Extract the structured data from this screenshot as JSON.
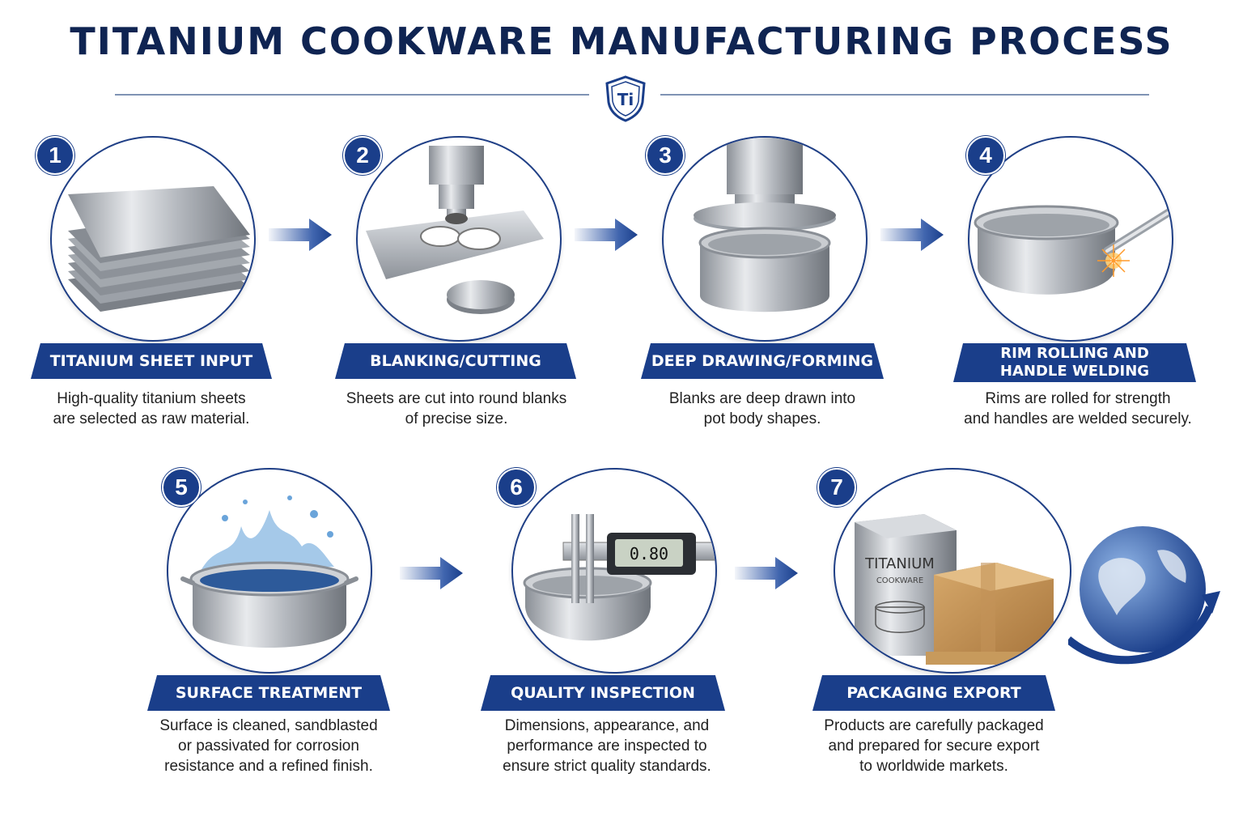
{
  "title": "TITANIUM COOKWARE MANUFACTURING PROCESS",
  "badge": "Ti",
  "colors": {
    "navy": "#1a3e8a",
    "title": "#0f2452",
    "arrow": "#1f4aa0"
  },
  "steps": [
    {
      "number": "1",
      "title": "TITANIUM SHEET INPUT",
      "description": [
        "High-quality titanium sheets",
        "are selected as raw material."
      ]
    },
    {
      "number": "2",
      "title": "BLANKING/CUTTING",
      "description": [
        "Sheets are cut into round blanks",
        "of precise size."
      ]
    },
    {
      "number": "3",
      "title": "DEEP DRAWING/FORMING",
      "description": [
        "Blanks are deep drawn into",
        "pot body shapes."
      ]
    },
    {
      "number": "4",
      "title": [
        "RIM ROLLING AND",
        "HANDLE WELDING"
      ],
      "description": [
        "Rims are rolled for strength",
        "and handles are welded securely."
      ]
    },
    {
      "number": "5",
      "title": "SURFACE TREATMENT",
      "description": [
        "Surface is cleaned, sandblasted",
        "or passivated for corrosion",
        "resistance and a refined finish."
      ]
    },
    {
      "number": "6",
      "title": "QUALITY  INSPECTION",
      "description": [
        "Dimensions, appearance, and",
        "performance are inspected to",
        "ensure strict quality standards."
      ]
    },
    {
      "number": "7",
      "title": "PACKAGING EXPORT",
      "description": [
        "Products are carefully packaged",
        "and prepared for secure export",
        "to worldwide markets."
      ]
    }
  ],
  "images": {
    "caliper_reading": "0.80",
    "box_brand": "TITANIUM",
    "box_sub": "COOKWARE"
  },
  "icons": [
    "titanium-sheet-stack-icon",
    "punch-press-icon",
    "deep-draw-press-icon",
    "welded-saucepan-icon",
    "water-splash-pot-icon",
    "digital-caliper-icon",
    "shipping-box-globe-icon",
    "process-arrow-icon"
  ]
}
